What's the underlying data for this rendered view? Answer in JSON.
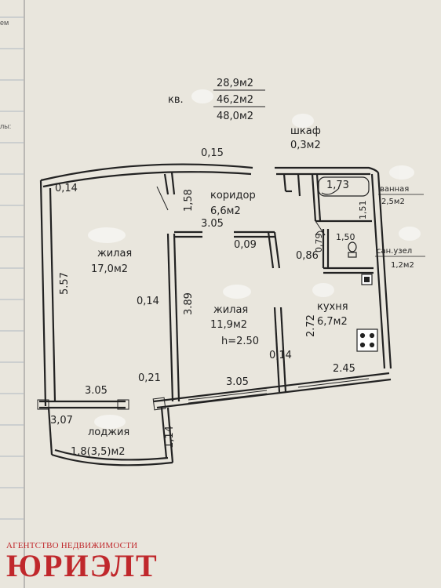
{
  "apartment": {
    "prefix": "кв.",
    "area_living": "28,9м2",
    "area_total": "46,2м2",
    "area_full": "48,0м2"
  },
  "rooms": {
    "living1_name": "жилая",
    "living1_area": "17,0м2",
    "living2_name": "жилая",
    "living2_area": "11,9м2",
    "living2_height": "h=2.50",
    "corridor_name": "коридор",
    "corridor_area": "6,6м2",
    "closet_name": "шкаф",
    "closet_area": "0,3м2",
    "bath_name": "ванная",
    "bath_area": "2,5м2",
    "wc_name": "сан.узел",
    "wc_area": "1,2м2",
    "kitchen_name": "кухня",
    "kitchen_area": "6,7м2",
    "loggia_name": "лоджия",
    "loggia_area": "1,8(3,5)м2"
  },
  "dimensions": {
    "top_wall": "0,15",
    "left_top": "0,14",
    "left_height": "5.57",
    "corridor_door": "1,58",
    "room2_width_top": "3.05",
    "wall_009": "0,09",
    "wall_014_mid": "0,14",
    "room2_height": "3.89",
    "wall_014_right": "0,14",
    "wall_086": "0,86",
    "wc_079": "0,79",
    "wc_150": "1,50",
    "bath_173": "1,73",
    "bath_151": "1,51",
    "kitchen_272": "2.72",
    "kitchen_245": "2.45",
    "bottom_305_left": "3.05",
    "bottom_021": "0,21",
    "bottom_305_mid": "3.05",
    "loggia_307": "3,07",
    "loggia_114": "1,14"
  },
  "margin": {
    "top_fragment": "ем",
    "side_fragment": "лы:"
  },
  "logo": {
    "subtitle": "АГЕНТСТВО НЕДВИЖИМОСТИ",
    "brand": "ЮРИЭЛТ"
  }
}
